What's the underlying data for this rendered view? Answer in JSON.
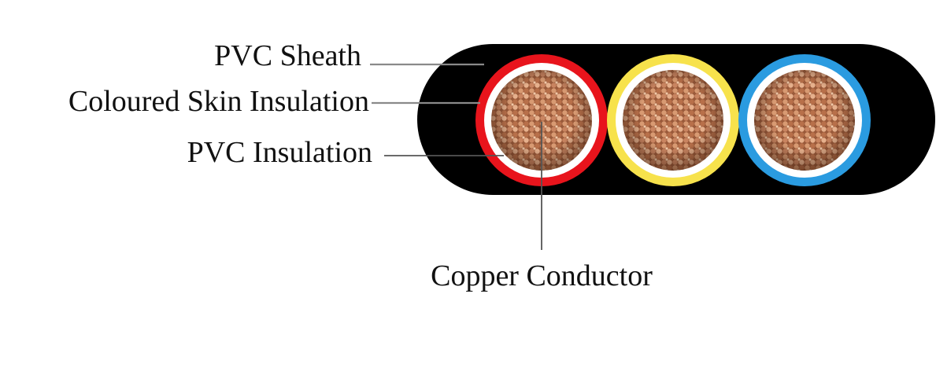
{
  "labels": {
    "pvc_sheath": "PVC Sheath",
    "coloured_skin_insulation": "Coloured Skin Insulation",
    "pvc_insulation": "PVC Insulation",
    "copper_conductor": "Copper Conductor"
  },
  "colors": {
    "sheath": "#000000",
    "pvc_insulation": "#ffffff",
    "conductor": "#b8704a",
    "skins": [
      "#e8141c",
      "#f7e24c",
      "#2a9be0"
    ]
  },
  "cores": [
    {
      "skin_color": "#e8141c"
    },
    {
      "skin_color": "#f7e24c"
    },
    {
      "skin_color": "#2a9be0"
    }
  ]
}
